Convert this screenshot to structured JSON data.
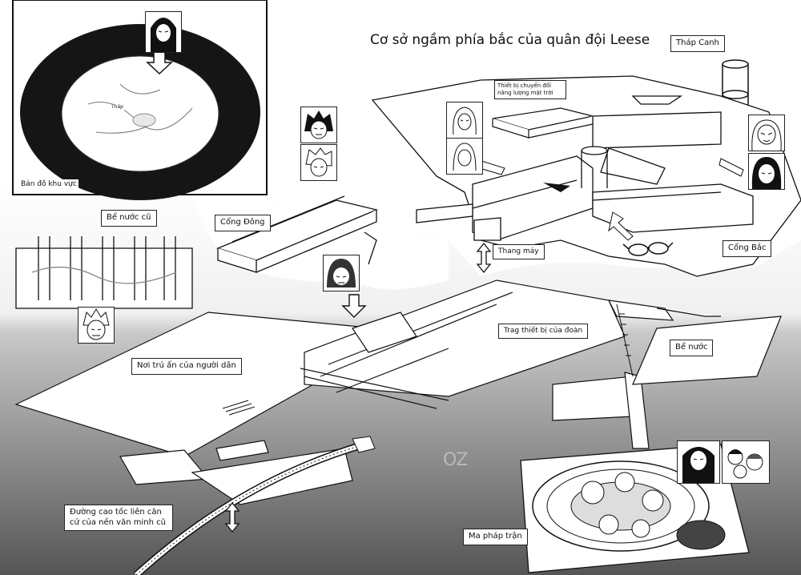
{
  "title": "Cơ sở ngầm phía bắc của quân đội Leese",
  "inset_map": {
    "caption": "Bản đồ khu vực",
    "marker_label": "Tháp"
  },
  "locations": {
    "watch_tower": "Tháp Canh",
    "solar_converter": "Thiết bị chuyển đổi năng lượng mặt trời",
    "east_gate": "Cổng Đông",
    "north_gate": "Cổng Bắc",
    "old_water_tank": "Bể nước cũ",
    "elevator": "Thang máy",
    "squad_equipment": "Trag thiết bị của đoàn",
    "water_tank": "Bể nước",
    "civilian_shelter": "Nơi trú ẩn của người dân",
    "old_highway": "Đường cao tốc liên căn cứ của nền văn minh cũ",
    "magic_circle": "Ma pháp trận"
  },
  "watermark": "OZ",
  "icons": [
    "down-arrow-icon",
    "up-down-arrow-icon",
    "glasses-icon",
    "character-portrait-icon"
  ]
}
